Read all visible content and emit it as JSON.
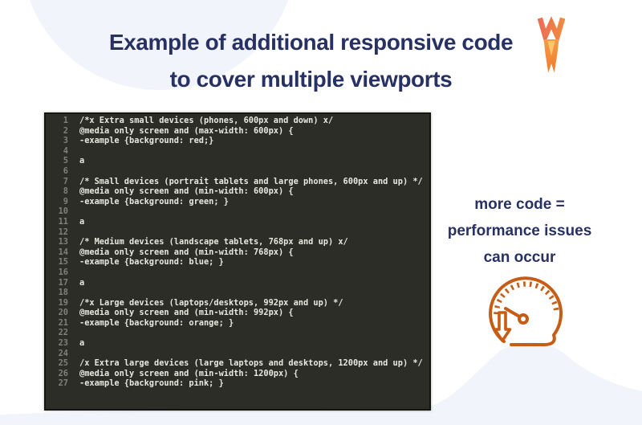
{
  "title": {
    "line1": "Example of additional responsive code",
    "line2": "to cover multiple viewports"
  },
  "logo": {
    "label": "WP Rocket rocket logo"
  },
  "editor": {
    "lines": [
      {
        "num": 1,
        "text": "/*x Extra small devices (phones, 600px and down) x/"
      },
      {
        "num": 2,
        "text": "@media only screen and (max-width: 600px) {"
      },
      {
        "num": 3,
        "text": "-example {background: red;}"
      },
      {
        "num": 4,
        "text": ""
      },
      {
        "num": 5,
        "text": "a"
      },
      {
        "num": 6,
        "text": ""
      },
      {
        "num": 7,
        "text": "/* Small devices (portrait tablets and large phones, 600px and up) */"
      },
      {
        "num": 8,
        "text": "@media only screen and (min-width: 600px) {"
      },
      {
        "num": 9,
        "text": "-example {background: green; }"
      },
      {
        "num": 10,
        "text": ""
      },
      {
        "num": 11,
        "text": "a"
      },
      {
        "num": 12,
        "text": ""
      },
      {
        "num": 13,
        "text": "/* Medium devices (landscape tablets, 768px and up) x/"
      },
      {
        "num": 14,
        "text": "@media only screen and (min-width: 768px) {"
      },
      {
        "num": 15,
        "text": "-example {background: blue; }"
      },
      {
        "num": 16,
        "text": ""
      },
      {
        "num": 17,
        "text": "a"
      },
      {
        "num": 18,
        "text": ""
      },
      {
        "num": 19,
        "text": "/*x Large devices (laptops/desktops, 992px and up) */"
      },
      {
        "num": 20,
        "text": "@media only screen and (min-width: 992px) {"
      },
      {
        "num": 21,
        "text": "-example {background: orange; }"
      },
      {
        "num": 22,
        "text": ""
      },
      {
        "num": 23,
        "text": "a"
      },
      {
        "num": 24,
        "text": ""
      },
      {
        "num": 25,
        "text": "/x Extra large devices (large laptops and desktops, 1200px and up) */"
      },
      {
        "num": 26,
        "text": "@media only screen and (min-width: 1200px) {"
      },
      {
        "num": 27,
        "text": "-example {background: pink; }"
      }
    ]
  },
  "note": {
    "line1": "more code =",
    "line2": "performance issues",
    "line3": "can occur"
  },
  "colors": {
    "navy": "#283163",
    "accent_orange": "#c75c15",
    "editor_bg": "#2b2d26",
    "blob": "#f2f4fb"
  }
}
